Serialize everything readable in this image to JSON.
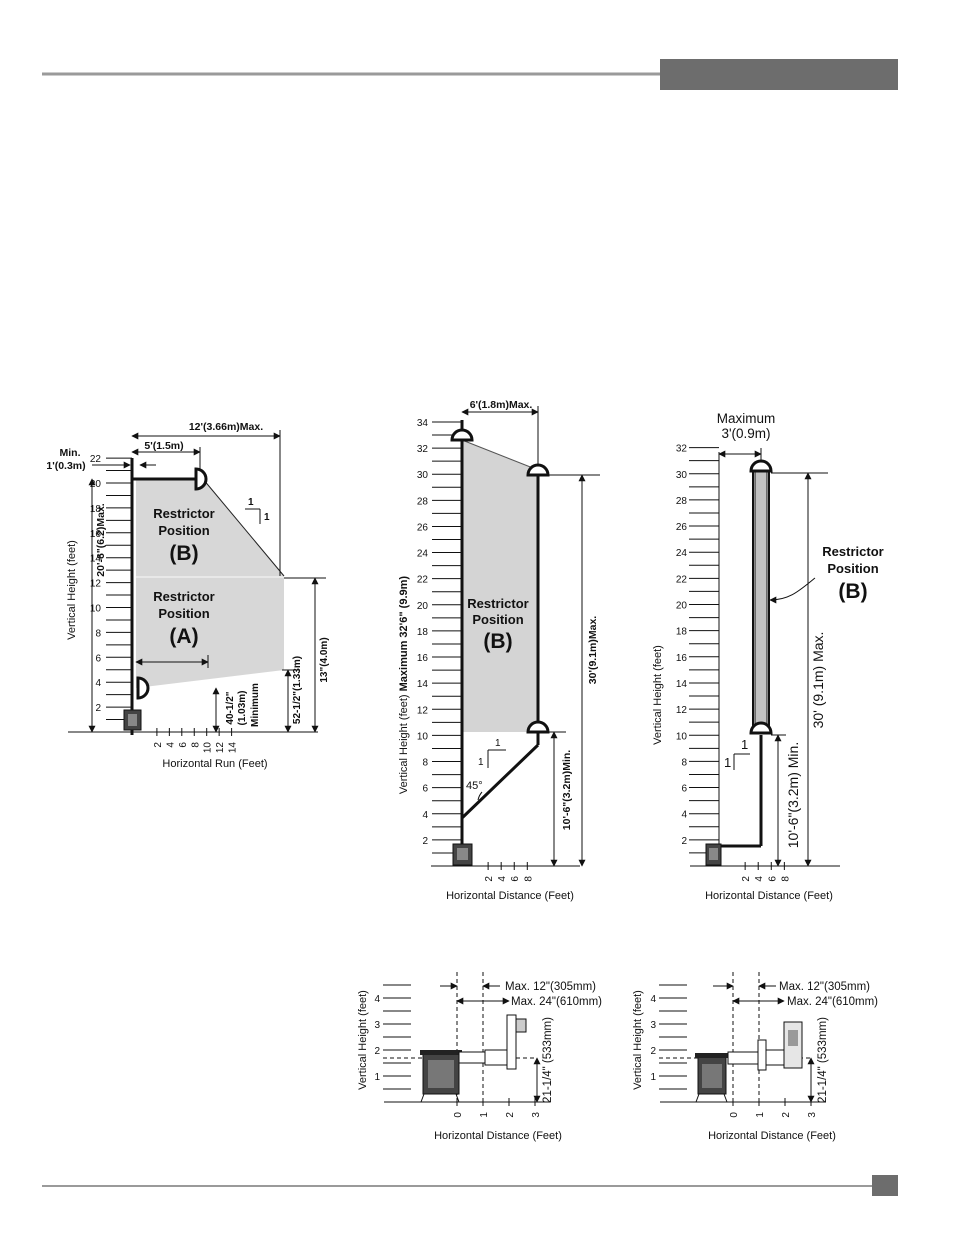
{
  "header": {
    "tab_color": "#6d6d6d"
  },
  "diagram1": {
    "y_title": "Vertical Height (feet)",
    "x_title": "Horizontal Run (Feet)",
    "y_ticks": [
      "2",
      "4",
      "6",
      "8",
      "10",
      "12",
      "14",
      "16",
      "18",
      "20",
      "22"
    ],
    "x_ticks": [
      "2",
      "4",
      "6",
      "8",
      "10",
      "12",
      "14"
    ],
    "min_label_1": "Min.",
    "min_label_2": "1'(0.3m)",
    "dim_5ft": "5'(1.5m)",
    "dim_12ft": "12'(3.66m)Max.",
    "dim_20ft": "20'-6\"(6.2)Max.",
    "restrictor_b_line1": "Restrictor",
    "restrictor_b_line2": "Position",
    "restrictor_b_letter": "(B)",
    "restrictor_a_line1": "Restrictor",
    "restrictor_a_line2": "Position",
    "restrictor_a_letter": "(A)",
    "slope_rise": "1",
    "slope_run": "1",
    "dim_40": "40-1/2\"",
    "dim_40_metric": "(1.03m)",
    "dim_minimum": "Minimum",
    "dim_52": "52-1/2\"(1.33m)",
    "dim_13": "13\"(4.0m)"
  },
  "diagram2": {
    "y_title": "Vertical Height (feet)",
    "y_title_bold": "Maximum 32'6\" (9.9m)",
    "x_title": "Horizontal Distance (Feet)",
    "y_ticks": [
      "2",
      "4",
      "6",
      "8",
      "10",
      "12",
      "14",
      "16",
      "18",
      "20",
      "22",
      "24",
      "26",
      "28",
      "30",
      "32",
      "34"
    ],
    "x_ticks": [
      "2",
      "4",
      "6",
      "8"
    ],
    "dim_6ft": "6'(1.8m)Max.",
    "dim_30": "30'(9.1m)Max.",
    "dim_10": "10'-6\"(3.2m)Min.",
    "restrictor_line1": "Restrictor",
    "restrictor_line2": "Position",
    "restrictor_letter": "(B)",
    "slope_rise": "1",
    "slope_run": "1",
    "angle": "45°",
    "shade_color": "#d4d4d4"
  },
  "diagram3": {
    "y_title": "Vertical Height (feet)",
    "x_title": "Horizontal Distance (Feet)",
    "y_ticks": [
      "2",
      "4",
      "6",
      "8",
      "10",
      "12",
      "14",
      "16",
      "18",
      "20",
      "22",
      "24",
      "26",
      "28",
      "30",
      "32"
    ],
    "x_ticks": [
      "2",
      "4",
      "6",
      "8"
    ],
    "max_label_1": "Maximum",
    "max_label_2": "3'(0.9m)",
    "restrictor_line1": "Restrictor",
    "restrictor_line2": "Position",
    "restrictor_letter": "(B)",
    "dim_30": "30' (9.1m) Max.",
    "dim_10": "10'-6\"(3.2m) Min.",
    "slope_rise": "1",
    "slope_run": "1",
    "shade_color": "#c2c2c2"
  },
  "diagram4": {
    "y_title": "Vertical Height (feet)",
    "x_title": "Horizontal Distance (Feet)",
    "y_ticks": [
      "1",
      "2",
      "3",
      "4"
    ],
    "x_ticks": [
      "0",
      "1",
      "2",
      "3"
    ],
    "max12": "Max. 12\"(305mm)",
    "max24": "Max. 24\"(610mm)",
    "dim_21": "21-1/4\" (533mm)"
  },
  "diagram5": {
    "y_title": "Vertical Height (feet)",
    "x_title": "Horizontal Distance (Feet)",
    "y_ticks": [
      "1",
      "2",
      "3",
      "4"
    ],
    "x_ticks": [
      "0",
      "1",
      "2",
      "3"
    ],
    "max12": "Max. 12\"(305mm)",
    "max24": "Max. 24\"(610mm)",
    "dim_21": "21-1/4\" (533mm)"
  },
  "footer": {
    "box_color": "#6d6d6d"
  }
}
